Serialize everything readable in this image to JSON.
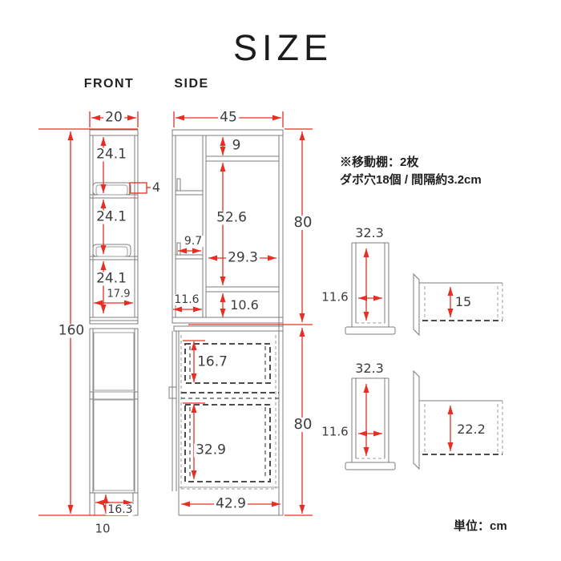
{
  "title": "SIZE",
  "front_view": {
    "label": "FRONT",
    "width_top": "20",
    "shelf_gap_1": "24.1",
    "shelf_gap_2": "24.1",
    "shelf_gap_3": "24.1",
    "lip_height": "4",
    "inner_width": "17.9",
    "total_height": "160",
    "leg_inner_width": "16.3",
    "leg_height": "10"
  },
  "side_view": {
    "label": "SIDE",
    "depth_top": "45",
    "top_clearance": "9",
    "upper_inner_height": "52.6",
    "upper_shelf_depth": "9.7",
    "inner_depth": "29.3",
    "upper_section_height": "80",
    "lower_shelf_depth": "11.6",
    "bottom_clearance": "10.6",
    "upper_drawer_height": "16.7",
    "lower_drawer_height": "32.9",
    "lower_section_height": "80",
    "lower_inner_depth": "42.9"
  },
  "notes": {
    "movable_shelf": "※移動棚：2枚",
    "dowel_holes": "ダボ穴18個 / 間隔約3.2cm"
  },
  "parts": {
    "small_drawer": {
      "depth": "32.3",
      "width": "11.6",
      "height": "15"
    },
    "large_drawer": {
      "depth": "32.3",
      "width": "11.6",
      "height": "22.2"
    }
  },
  "unit_note": "単位：cm",
  "colors": {
    "dimension_red": "#e62e22",
    "line_gray": "#7c7c7c",
    "text": "#3c3c3c"
  }
}
